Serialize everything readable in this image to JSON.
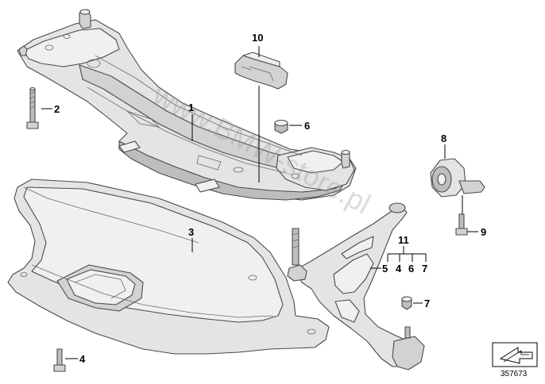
{
  "callouts": {
    "c1": "1",
    "c2": "2",
    "c3": "3",
    "c4a": "4",
    "c5": "5",
    "c4b": "4",
    "c6a": "6",
    "c7a": "7",
    "c6b": "6",
    "c7b": "7",
    "c8": "8",
    "c9": "9",
    "c10": "10",
    "c11": "11"
  },
  "watermark": "www.BMW-store.pl",
  "reference_number": "357673",
  "icons": {
    "direction": "arrow-direction-icon"
  }
}
